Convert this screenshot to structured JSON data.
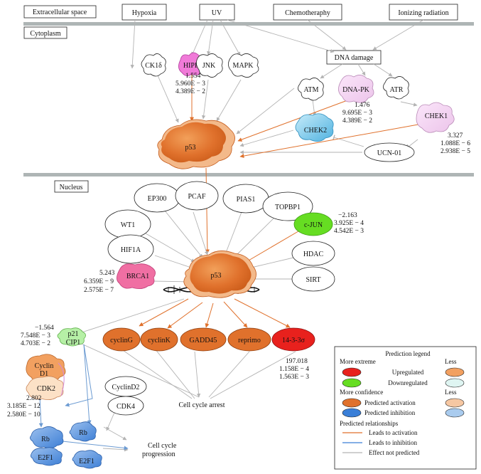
{
  "regions": {
    "extracellular": "Extracellular space",
    "cytoplasm": "Cytoplasm",
    "nucleus": "Nucleus"
  },
  "stimuli": {
    "hypoxia": "Hypoxia",
    "uv": "UV",
    "chemotherapy": "Chemotheraphy",
    "ionizing": "Ionizing radiation",
    "dna_damage": "DNA damage"
  },
  "cyto_nodes": {
    "ck1": "CK1δ",
    "hipk2": "HIPK2",
    "jnk": "JNK",
    "mapk": "MAPK",
    "atm": "ATM",
    "dnapk": "DNA-PK",
    "atr": "ATR",
    "chek2": "CHEK2",
    "chek1": "CHEK1",
    "ucn01": "UCN-01",
    "p53": "p53"
  },
  "nuc_nodes": {
    "wt1": "WT1",
    "ep300": "EP300",
    "pcaf": "PCAF",
    "pias1": "PIAS1",
    "topbp1": "TOPBP1",
    "cjun": "c-JUN",
    "hif1a": "HIF1A",
    "brca1": "BRCA1",
    "hdac": "HDAC",
    "sirt": "SIRT",
    "p53": "p53",
    "p21": "p21",
    "cip1": "CIP1",
    "cycling": "cyclinG",
    "cyclink": "cyclinK",
    "gadd45": "GADD45",
    "reprimo": "reprimo",
    "s1433": "14-3-3σ",
    "cyclind1_a": "Cyclin",
    "cyclind1_b": "D1",
    "cdk2": "CDK2",
    "cyclind2": "CyclinD2",
    "cdk4": "CDK4",
    "rb1": "Rb",
    "e2f1_1": "E2F1",
    "rb2": "Rb",
    "e2f1_2": "E2F1",
    "cell_cycle_arrest": "Cell cycle arrest",
    "progression_1": "Cell cycle",
    "progression_2": "progression"
  },
  "stats": {
    "hipk2": [
      "1.554",
      "5.960E − 3",
      "4.389E − 2"
    ],
    "dnapk": [
      "1.476",
      "9.695E − 3",
      "4.389E − 2"
    ],
    "chek1": [
      "3.327",
      "1.088E − 6",
      "2.938E − 5"
    ],
    "cjun": [
      "−2.163",
      "3.925E − 4",
      "4.542E − 3"
    ],
    "brca1": [
      "5.243",
      "6.359E − 9",
      "2.575E − 7"
    ],
    "p21": [
      "−1.564",
      "7.548E − 3",
      "4.703E − 2"
    ],
    "s1433": [
      "197.018",
      "1.158E − 4",
      "1.563E − 3"
    ],
    "cdk2": [
      "2.802",
      "3.185E − 12",
      "2.580E − 10"
    ]
  },
  "legend": {
    "title": "Prediction legend",
    "more_extreme": "More extreme",
    "less": "Less",
    "upregulated": "Upregulated",
    "downregulated": "Downregulated",
    "more_confidence": "More confidence",
    "less2": "Less",
    "pred_activation": "Predicted activation",
    "pred_inhibition": "Predicted inhibition",
    "pred_relationships": "Predicted relationships",
    "leads_activation": "Leads to activation",
    "leads_inhibition": "Leads to inhibition",
    "effect_not_predicted": "Effect not predicted"
  },
  "colors": {
    "upregulated": "#e8211d",
    "downregulated": "#66dd22",
    "activation": "#e0712c",
    "inhibition": "#3a7fd8",
    "membrane": "#aeb5b5",
    "pink_hipk2": "#f07ad8",
    "pink_brca1": "#f06fa3",
    "light_pink": "#f5d0f2",
    "light_blue": "#7ec8ea"
  }
}
